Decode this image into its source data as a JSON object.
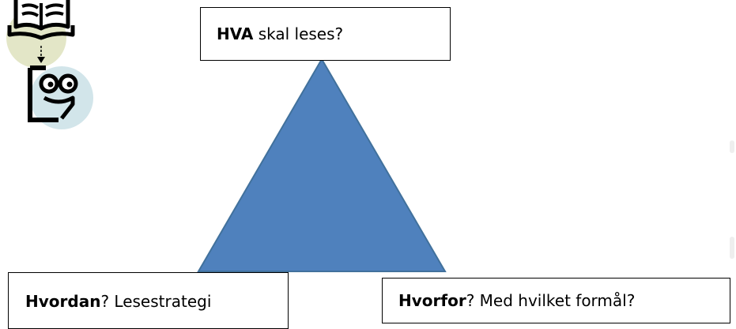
{
  "diagram": {
    "triangle_color": "#4f81bd",
    "triangle_stroke": "#41719c",
    "box_border_color": "#000000",
    "boxes": {
      "what": {
        "bold": "HVA",
        "rest": " skal leses?"
      },
      "how": {
        "bold": "Hvordan",
        "rest": "? Lesestrategi"
      },
      "why": {
        "bold": "Hvorfor",
        "rest": "? Med hvilket formål?"
      }
    }
  },
  "icons": {
    "book": "open-book-icon",
    "reader": "reading-face-icon"
  }
}
